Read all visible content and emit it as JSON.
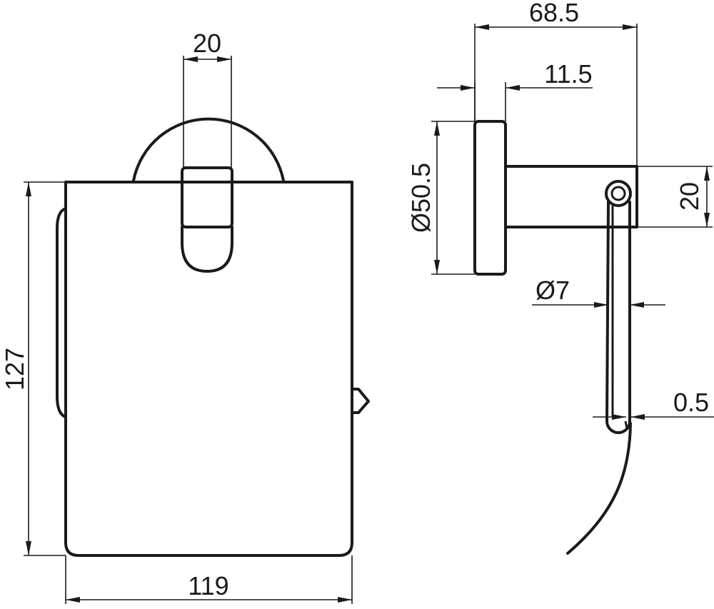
{
  "drawing": {
    "front_view": {
      "dim_mount_width": "20",
      "dim_height": "127",
      "dim_width": "119"
    },
    "side_view": {
      "dim_depth": "68.5",
      "dim_plate_thickness": "11.5",
      "dim_plate_diameter": "Ø50.5",
      "dim_arm_height": "20",
      "dim_rod_diameter": "Ø7",
      "dim_lid_thickness": "0.5"
    }
  }
}
